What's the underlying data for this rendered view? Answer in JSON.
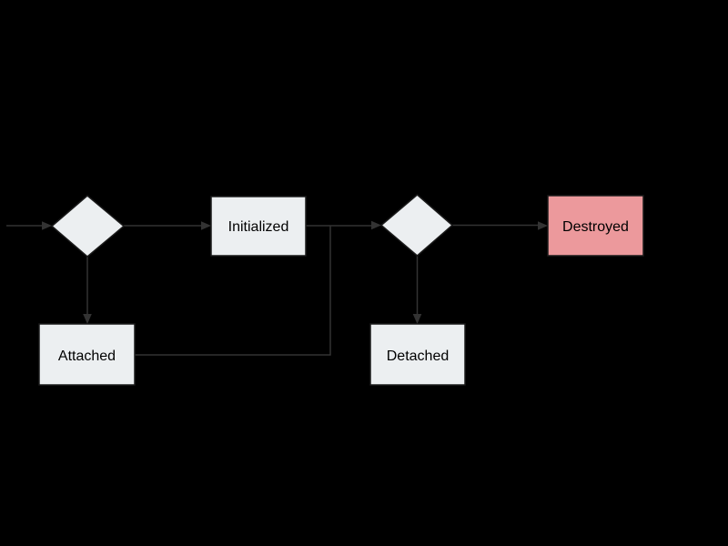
{
  "diagram": {
    "type": "flowchart",
    "background_color": "#000000",
    "edge_color": "#333333",
    "node_fill": "#ECEFF1",
    "node_border": "#1A1A1A",
    "text_color": "#000000",
    "destroyed_fill": "#EC999C",
    "nodes": [
      {
        "id": "decision-1",
        "type": "diamond",
        "label": ""
      },
      {
        "id": "initialized",
        "type": "box",
        "label": "Initialized"
      },
      {
        "id": "decision-2",
        "type": "diamond",
        "label": ""
      },
      {
        "id": "destroyed",
        "type": "box",
        "label": "Destroyed"
      },
      {
        "id": "attached",
        "type": "box",
        "label": "Attached"
      },
      {
        "id": "detached",
        "type": "box",
        "label": "Detached"
      }
    ],
    "edges": [
      {
        "from": "start-offscreen-left",
        "to": "decision-1",
        "arrow": true
      },
      {
        "from": "decision-1",
        "to": "initialized",
        "arrow": true
      },
      {
        "from": "decision-1",
        "to": "attached",
        "arrow": true
      },
      {
        "from": "initialized",
        "to": "decision-2",
        "arrow": true
      },
      {
        "from": "attached",
        "to": "decision-2",
        "arrow": true
      },
      {
        "from": "decision-2",
        "to": "detached",
        "arrow": true
      },
      {
        "from": "decision-2",
        "to": "destroyed",
        "arrow": true
      }
    ]
  }
}
